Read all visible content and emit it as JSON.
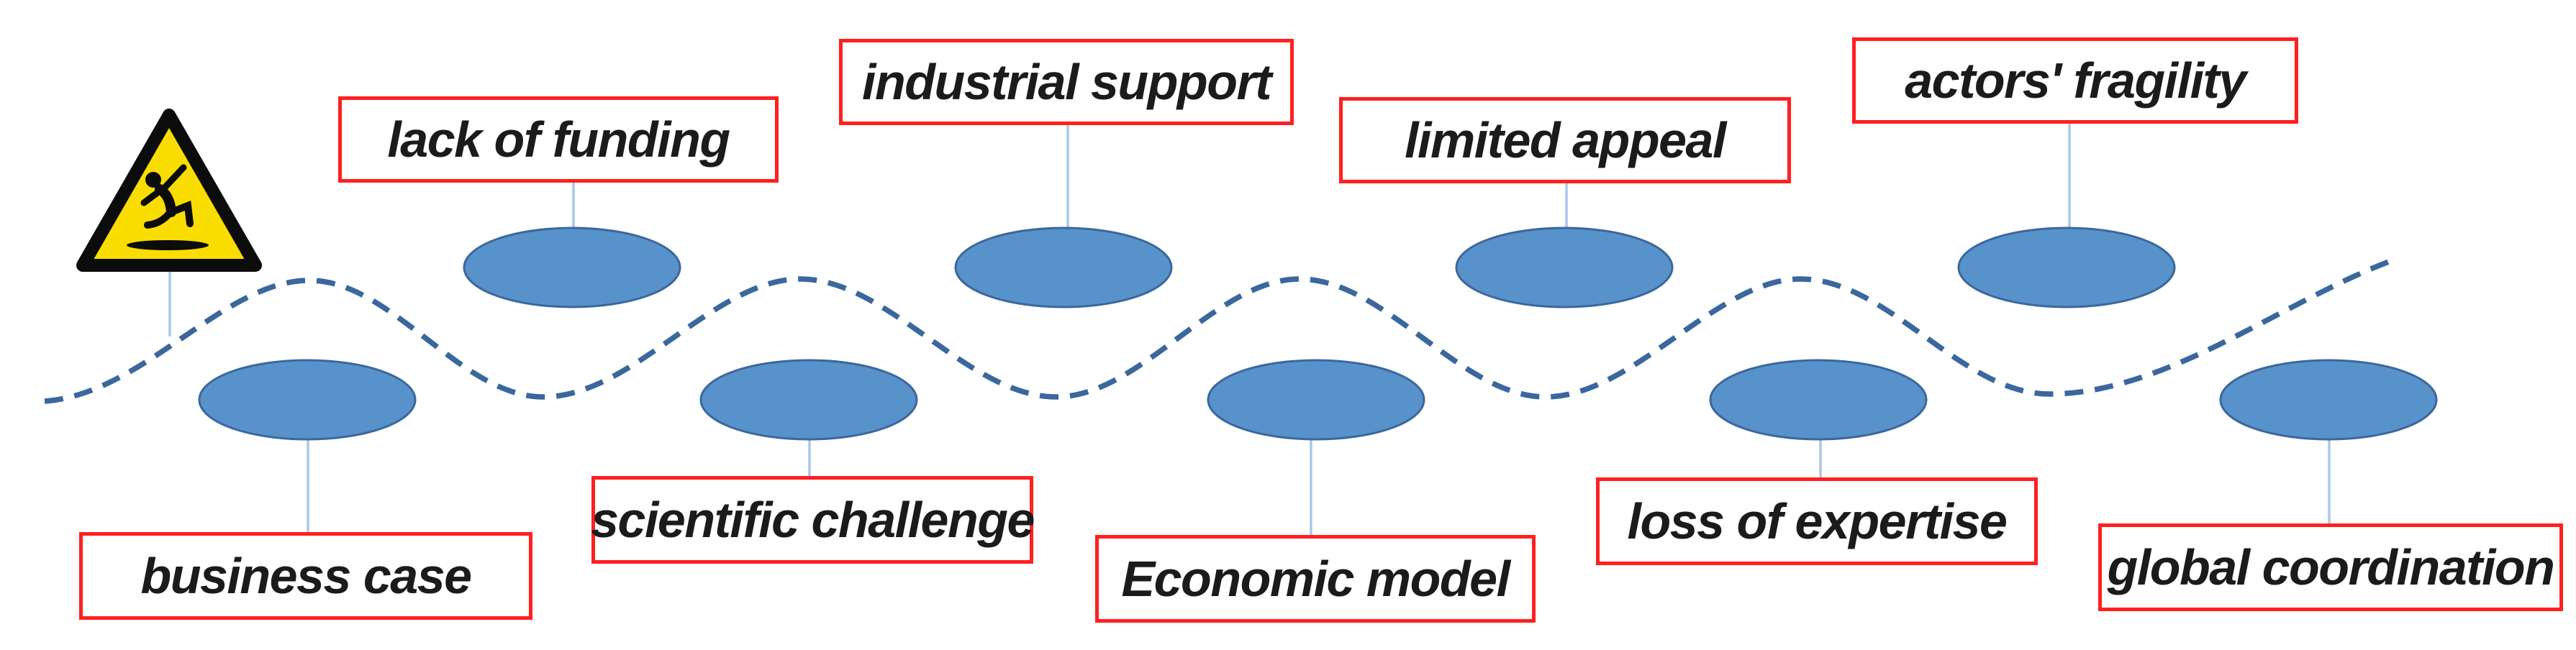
{
  "diagram": {
    "hazard_sign": {
      "icon": "slippery-surface-warning-icon"
    },
    "top_obstacles": [
      {
        "label": "lack of funding"
      },
      {
        "label": "industrial support"
      },
      {
        "label": "limited appeal"
      },
      {
        "label": "actors' fragility"
      }
    ],
    "bottom_obstacles": [
      {
        "label": "business case"
      },
      {
        "label": "scientific challenge"
      },
      {
        "label": "Economic model"
      },
      {
        "label": "loss of expertise"
      },
      {
        "label": "global coordination"
      }
    ]
  },
  "colors": {
    "background": "#ffffff",
    "box_border": "#ff2020",
    "label_text": "#1b1b1b",
    "stone_fill": "#5792cb",
    "stone_border": "#3c679c",
    "wave": "#3a679e",
    "connector": "#a9c8e9",
    "hazard_yellow": "#f9dd00",
    "hazard_black": "#0c0c0c"
  }
}
